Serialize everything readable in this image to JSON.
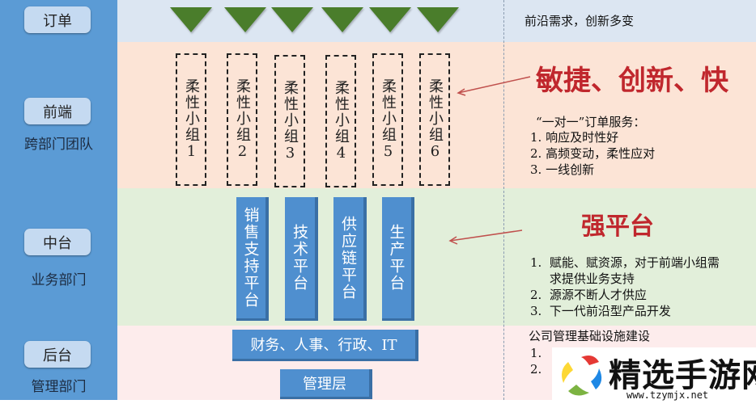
{
  "sidebar": {
    "order_label": "订单",
    "front_label": "前端",
    "front_sub": "跨部门团队",
    "middle_label": "中台",
    "middle_sub": "业务部门",
    "back_label": "后台",
    "back_sub": "管理部门"
  },
  "front": {
    "groups": [
      "柔性小组1",
      "柔性小组2",
      "柔性小组3",
      "柔性小组4",
      "柔性小组5",
      "柔性小组6"
    ]
  },
  "middle": {
    "platforms": [
      "销售支持平台",
      "技术平台",
      "供应链平台",
      "生产平台"
    ]
  },
  "back": {
    "support_bar": "财务、人事、行政、IT",
    "management": "管理层"
  },
  "right": {
    "order_note": "前沿需求，创新多变",
    "front_title": "敏捷、创新、快",
    "front_intro": "“一对一”订单服务：",
    "front_items": [
      "1.  响应及时性好",
      "2.  高频变动，柔性应对",
      "3.  一线创新"
    ],
    "middle_title": "强平台",
    "middle_items": [
      "1.  赋能、赋资源，对于前端小组需",
      "     求提供业务支持",
      "2.  源源不断人才供应",
      "3.  下一代前沿型产品开发"
    ],
    "back_title": "公司管理基础设施建设",
    "back_items": [
      "1.",
      "2."
    ]
  },
  "watermark": {
    "name": "精选手游网",
    "url": "www.tzymjx.net"
  },
  "colors": {
    "sidebar": "#5b9bd5",
    "order_band": "#dce6f2",
    "front_band": "#fce4d6",
    "middle_band": "#e2efda",
    "back_band": "#fdecec",
    "triangle": "#4a7d2b",
    "platform": "#4f8fcf",
    "accent_red": "#c0272d"
  }
}
